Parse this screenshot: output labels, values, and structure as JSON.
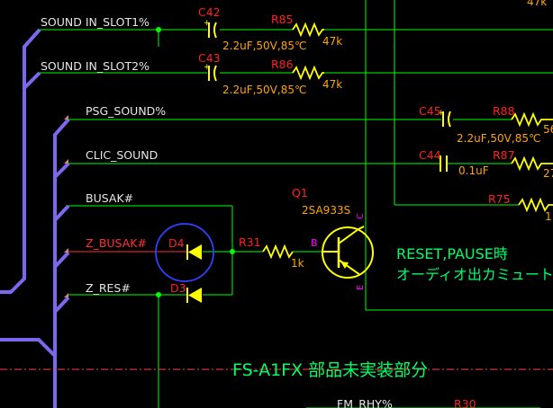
{
  "colors": {
    "background": "#000000",
    "wire": "#00ff00",
    "bus": "#7b68ee",
    "ref": "#ff2020",
    "value": "#ffa500",
    "part": "#ffff00",
    "label": "#e6e6e6",
    "netlabel_red": "#ff3030",
    "pin": "#ff00ff",
    "annotation": "#00ff66",
    "highlight": "#3040ff",
    "boundary": "#ff4040"
  },
  "nets": {
    "sound_in_slot1": "SOUND IN_SLOT1%",
    "sound_in_slot2": "SOUND IN_SLOT2%",
    "psg_sound": "PSG_SOUND%",
    "clic_sound": "CLIC_SOUND",
    "busak": "BUSAK#",
    "z_busak": "Z_BUSAK#",
    "z_res": "Z_RES#",
    "fm_rhy": "FM_RHY%"
  },
  "parts": {
    "c42": {
      "ref": "C42",
      "value": "2.2uF,50V,85℃"
    },
    "c43": {
      "ref": "C43",
      "value": "2.2uF,50V,85℃"
    },
    "c44": {
      "ref": "C44",
      "value": "0.1uF"
    },
    "c45": {
      "ref": "C45",
      "value": "2.2uF,50V,85℃"
    },
    "r85": {
      "ref": "R85",
      "value": "47k"
    },
    "r86": {
      "ref": "R86",
      "value": "47k"
    },
    "r87": {
      "ref": "R87",
      "value": "27"
    },
    "r88": {
      "ref": "R88",
      "value": "56"
    },
    "r75": {
      "ref": "R75",
      "value": "1"
    },
    "r31": {
      "ref": "R31",
      "value": "1k"
    },
    "r30": {
      "ref": "R30"
    },
    "q1": {
      "ref": "Q1",
      "value": "2SA933S"
    },
    "d3": {
      "ref": "D3"
    },
    "d4": {
      "ref": "D4"
    }
  },
  "pins": {
    "b": "B",
    "c": "C",
    "e": "E"
  },
  "top_value": "47k",
  "annotations": {
    "reset_pause_line1": "RESET,PAUSE時",
    "reset_pause_line2": "オーディオ出カミュート",
    "unmounted": "FS-A1FX 部品未実装部分"
  }
}
